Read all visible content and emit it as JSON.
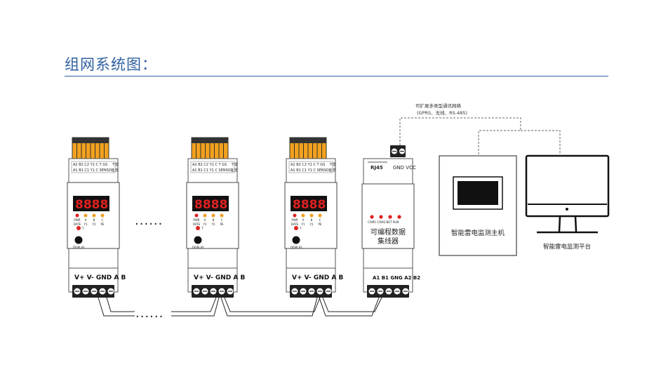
{
  "page": {
    "title": "组网系统图："
  },
  "colors": {
    "accent": "#2f5fa0",
    "led_red": "#e02020",
    "terminal_orange": "#f0a020"
  },
  "module": {
    "terminal_top_row": [
      "A2",
      "B2",
      "C2",
      "Y2",
      "C",
      "T",
      "GS"
    ],
    "terminal_bottom_row": [
      "A1",
      "B1",
      "C1",
      "Y1",
      "C"
    ],
    "sensor_label": "SENSOR",
    "side_label_top": "下雷",
    "side_label_bottom": "上雷",
    "display_value": "8888",
    "led_labels": [
      "PWR",
      "A",
      "B",
      "C"
    ],
    "led_labels2": [
      "DATE",
      "Y1",
      "Y2",
      "PE"
    ],
    "led_extra": "T",
    "display_button": "DISPLAY",
    "bottom_terminals": "V+ V- GND A B"
  },
  "ellipsis": "......",
  "collector": {
    "rj45": "RJ45",
    "power": "GND VCC",
    "led_labels": [
      "COM1",
      "COM2",
      "NET",
      "RUN"
    ],
    "name_line1": "可编程数据",
    "name_line2": "集线器",
    "bottom_terminals": "A1 B1 GNG A2 B2"
  },
  "comm_note": {
    "line1": "可扩展多类型通讯网络",
    "line2": "(GPRS、无线、RS-485)"
  },
  "host": {
    "label": "智能雷电监测主机"
  },
  "platform": {
    "label": "智能雷电监测平台"
  }
}
